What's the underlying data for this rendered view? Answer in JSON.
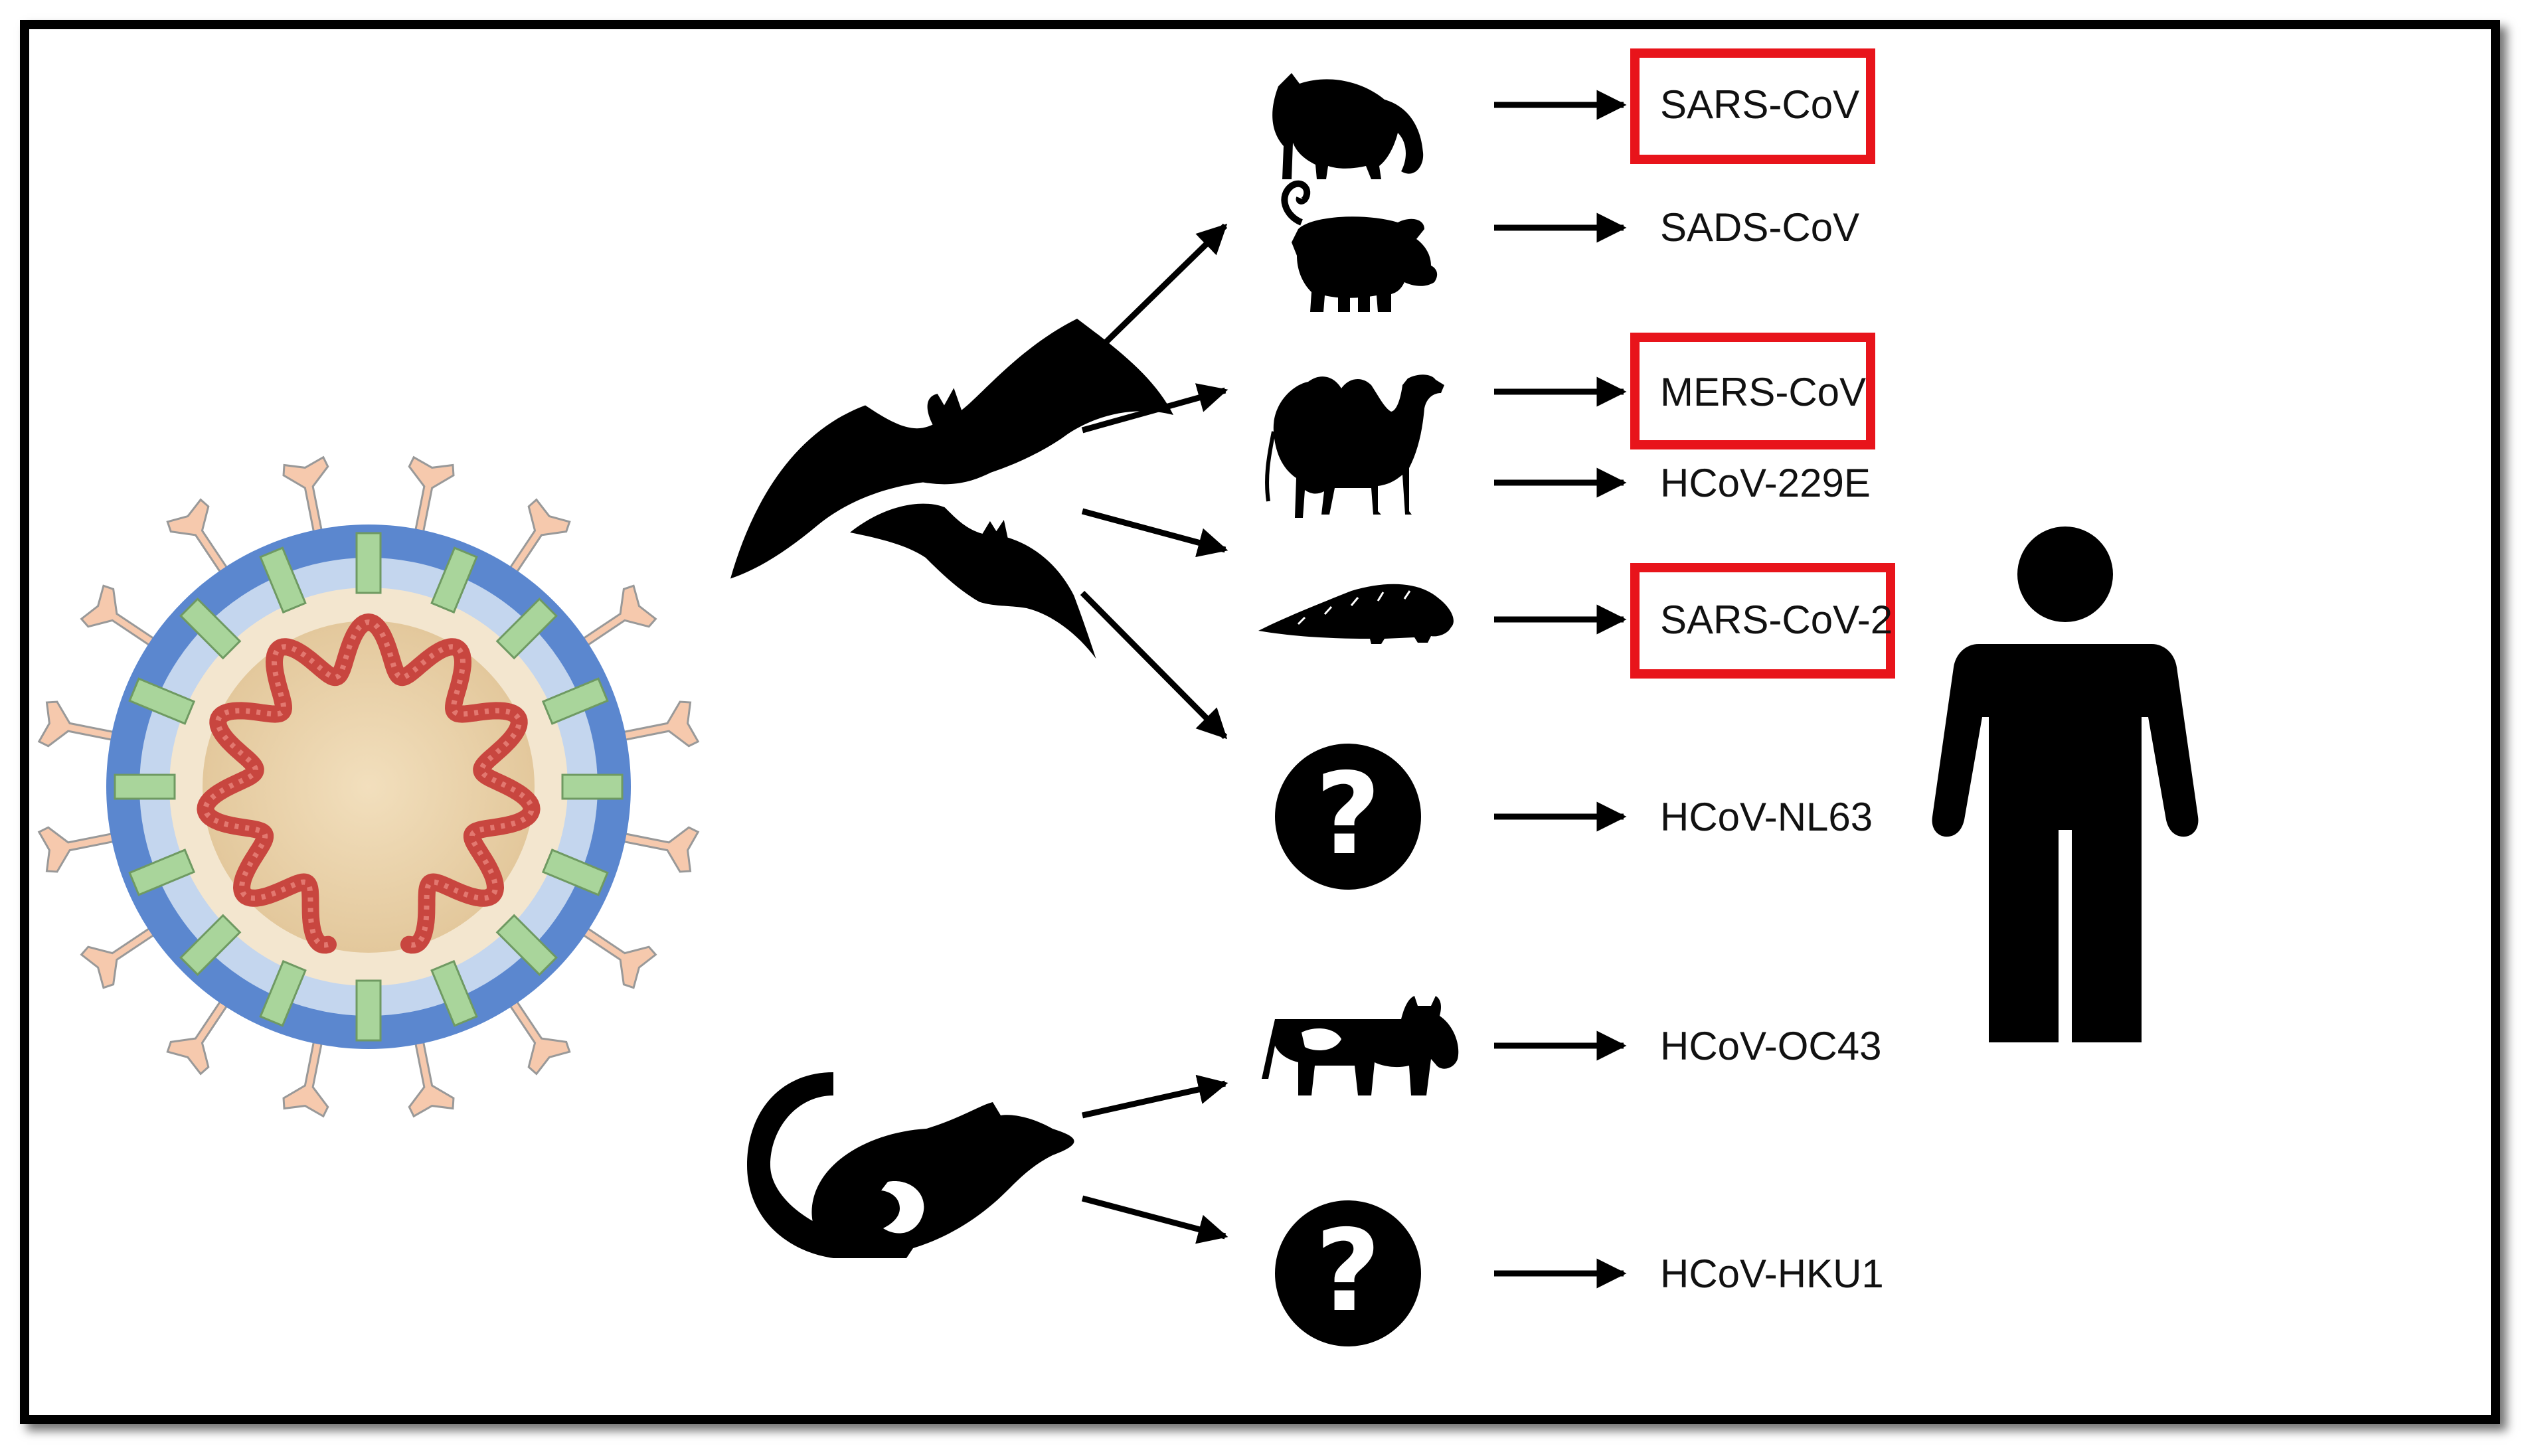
{
  "figure": {
    "highlight_color": "#e8141b",
    "virus_colors": {
      "envelope_outer": "#5b87cf",
      "envelope_inner": "#c4d6ee",
      "membrane_protein": "#a9d59b",
      "spike": "#f6c9ad",
      "core": "#e7cfa6",
      "rna": "#c8463f"
    },
    "reservoirs": [
      {
        "id": "bat-large",
        "icon": "bat-icon"
      },
      {
        "id": "bat-small",
        "icon": "bat-icon"
      },
      {
        "id": "rodent",
        "icon": "rat-icon"
      }
    ],
    "hosts": [
      {
        "icon": "civet-icon",
        "virus": "SARS-CoV",
        "highlighted": true
      },
      {
        "icon": "pig-icon",
        "virus": "SADS-CoV",
        "highlighted": false
      },
      {
        "icon": "camel-icon",
        "virus": "MERS-CoV",
        "highlighted": true
      },
      {
        "icon": "camel-icon",
        "virus": "HCoV-229E",
        "highlighted": false
      },
      {
        "icon": "pangolin-icon",
        "virus": "SARS-CoV-2",
        "highlighted": true
      },
      {
        "icon": "question-icon",
        "virus": "HCoV-NL63",
        "highlighted": false
      },
      {
        "icon": "cow-icon",
        "virus": "HCoV-OC43",
        "highlighted": false
      },
      {
        "icon": "question-icon",
        "virus": "HCoV-HKU1",
        "highlighted": false
      }
    ],
    "target": {
      "icon": "human-icon"
    }
  }
}
